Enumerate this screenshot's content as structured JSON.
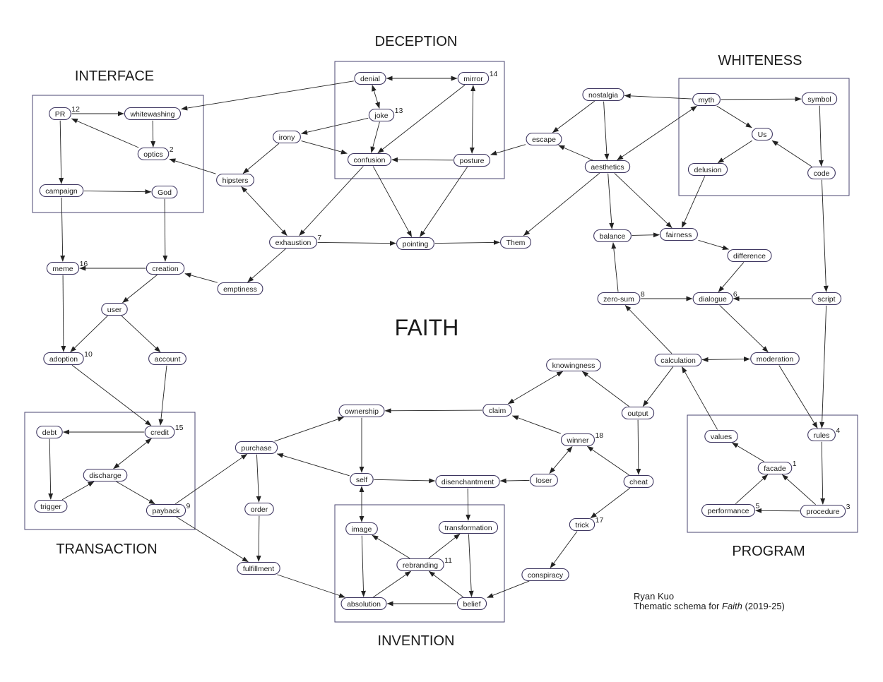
{
  "title": "FAITH",
  "caption": {
    "author": "Ryan Kuo",
    "line2_before": "Thematic schema for ",
    "line2_italic": "Faith",
    "line2_after": " (2019-25)"
  },
  "groups": [
    {
      "id": "interface",
      "label": "INTERFACE"
    },
    {
      "id": "deception",
      "label": "DECEPTION"
    },
    {
      "id": "whiteness",
      "label": "WHITENESS"
    },
    {
      "id": "transaction",
      "label": "TRANSACTION"
    },
    {
      "id": "invention",
      "label": "INVENTION"
    },
    {
      "id": "program",
      "label": "PROGRAM"
    }
  ],
  "nodes": [
    {
      "id": "pr",
      "label": "PR",
      "num": "12"
    },
    {
      "id": "whitewashing",
      "label": "whitewashing",
      "num": ""
    },
    {
      "id": "optics",
      "label": "optics",
      "num": "2"
    },
    {
      "id": "campaign",
      "label": "campaign",
      "num": ""
    },
    {
      "id": "god",
      "label": "God",
      "num": ""
    },
    {
      "id": "denial",
      "label": "denial",
      "num": ""
    },
    {
      "id": "mirror",
      "label": "mirror",
      "num": "14"
    },
    {
      "id": "joke",
      "label": "joke",
      "num": "13"
    },
    {
      "id": "confusion",
      "label": "confusion",
      "num": ""
    },
    {
      "id": "posture",
      "label": "posture",
      "num": ""
    },
    {
      "id": "irony",
      "label": "irony",
      "num": ""
    },
    {
      "id": "hipsters",
      "label": "hipsters",
      "num": ""
    },
    {
      "id": "nostalgia",
      "label": "nostalgia",
      "num": ""
    },
    {
      "id": "escape",
      "label": "escape",
      "num": ""
    },
    {
      "id": "aesthetics",
      "label": "aesthetics",
      "num": ""
    },
    {
      "id": "myth",
      "label": "myth",
      "num": ""
    },
    {
      "id": "symbol",
      "label": "symbol",
      "num": ""
    },
    {
      "id": "us",
      "label": "Us",
      "num": ""
    },
    {
      "id": "delusion",
      "label": "delusion",
      "num": ""
    },
    {
      "id": "code",
      "label": "code",
      "num": ""
    },
    {
      "id": "exhaustion",
      "label": "exhaustion",
      "num": "7"
    },
    {
      "id": "pointing",
      "label": "pointing",
      "num": ""
    },
    {
      "id": "them",
      "label": "Them",
      "num": ""
    },
    {
      "id": "balance",
      "label": "balance",
      "num": ""
    },
    {
      "id": "fairness",
      "label": "fairness",
      "num": ""
    },
    {
      "id": "difference",
      "label": "difference",
      "num": ""
    },
    {
      "id": "meme",
      "label": "meme",
      "num": "16"
    },
    {
      "id": "creation",
      "label": "creation",
      "num": ""
    },
    {
      "id": "emptiness",
      "label": "emptiness",
      "num": ""
    },
    {
      "id": "zerosum",
      "label": "zero-sum",
      "num": "8"
    },
    {
      "id": "dialogue",
      "label": "dialogue",
      "num": "6"
    },
    {
      "id": "script",
      "label": "script",
      "num": ""
    },
    {
      "id": "user",
      "label": "user",
      "num": ""
    },
    {
      "id": "adoption",
      "label": "adoption",
      "num": "10"
    },
    {
      "id": "account",
      "label": "account",
      "num": ""
    },
    {
      "id": "knowingness",
      "label": "knowingness",
      "num": ""
    },
    {
      "id": "calculation",
      "label": "calculation",
      "num": ""
    },
    {
      "id": "moderation",
      "label": "moderation",
      "num": ""
    },
    {
      "id": "debt",
      "label": "debt",
      "num": ""
    },
    {
      "id": "credit",
      "label": "credit",
      "num": "15"
    },
    {
      "id": "ownership",
      "label": "ownership",
      "num": ""
    },
    {
      "id": "claim",
      "label": "claim",
      "num": ""
    },
    {
      "id": "output",
      "label": "output",
      "num": ""
    },
    {
      "id": "purchase",
      "label": "purchase",
      "num": ""
    },
    {
      "id": "winner",
      "label": "winner",
      "num": "18"
    },
    {
      "id": "values",
      "label": "values",
      "num": ""
    },
    {
      "id": "rules",
      "label": "rules",
      "num": "4"
    },
    {
      "id": "discharge",
      "label": "discharge",
      "num": ""
    },
    {
      "id": "self",
      "label": "self",
      "num": ""
    },
    {
      "id": "disenchantment",
      "label": "disenchantment",
      "num": ""
    },
    {
      "id": "loser",
      "label": "loser",
      "num": ""
    },
    {
      "id": "cheat",
      "label": "cheat",
      "num": ""
    },
    {
      "id": "facade",
      "label": "facade",
      "num": "1"
    },
    {
      "id": "trigger",
      "label": "trigger",
      "num": ""
    },
    {
      "id": "payback",
      "label": "payback",
      "num": "9"
    },
    {
      "id": "order",
      "label": "order",
      "num": ""
    },
    {
      "id": "image",
      "label": "image",
      "num": ""
    },
    {
      "id": "transformation",
      "label": "transformation",
      "num": ""
    },
    {
      "id": "performance",
      "label": "performance",
      "num": "5"
    },
    {
      "id": "procedure",
      "label": "procedure",
      "num": "3"
    },
    {
      "id": "trick",
      "label": "trick",
      "num": "17"
    },
    {
      "id": "rebranding",
      "label": "rebranding",
      "num": "11"
    },
    {
      "id": "fulfillment",
      "label": "fulfillment",
      "num": ""
    },
    {
      "id": "conspiracy",
      "label": "conspiracy",
      "num": ""
    },
    {
      "id": "absolution",
      "label": "absolution",
      "num": ""
    },
    {
      "id": "belief",
      "label": "belief",
      "num": ""
    }
  ],
  "edges": [
    {
      "from": "pr",
      "to": "whitewashing"
    },
    {
      "from": "whitewashing",
      "to": "optics"
    },
    {
      "from": "optics",
      "to": "pr"
    },
    {
      "from": "pr",
      "to": "campaign"
    },
    {
      "from": "campaign",
      "to": "god"
    },
    {
      "from": "campaign",
      "to": "meme"
    },
    {
      "from": "god",
      "to": "creation"
    },
    {
      "from": "hipsters",
      "to": "optics"
    },
    {
      "from": "denial",
      "to": "whitewashing"
    },
    {
      "from": "denial",
      "to": "mirror",
      "bidir": true
    },
    {
      "from": "denial",
      "to": "joke",
      "bidir": true
    },
    {
      "from": "joke",
      "to": "confusion"
    },
    {
      "from": "joke",
      "to": "irony"
    },
    {
      "from": "mirror",
      "to": "confusion"
    },
    {
      "from": "mirror",
      "to": "posture",
      "bidir": true
    },
    {
      "from": "posture",
      "to": "confusion"
    },
    {
      "from": "irony",
      "to": "hipsters"
    },
    {
      "from": "irony",
      "to": "confusion"
    },
    {
      "from": "hipsters",
      "to": "exhaustion",
      "bidir": true
    },
    {
      "from": "confusion",
      "to": "exhaustion"
    },
    {
      "from": "confusion",
      "to": "pointing"
    },
    {
      "from": "posture",
      "to": "pointing"
    },
    {
      "from": "exhaustion",
      "to": "pointing"
    },
    {
      "from": "exhaustion",
      "to": "emptiness"
    },
    {
      "from": "pointing",
      "to": "them"
    },
    {
      "from": "escape",
      "to": "posture"
    },
    {
      "from": "nostalgia",
      "to": "escape"
    },
    {
      "from": "nostalgia",
      "to": "aesthetics"
    },
    {
      "from": "aesthetics",
      "to": "escape"
    },
    {
      "from": "aesthetics",
      "to": "them"
    },
    {
      "from": "aesthetics",
      "to": "balance"
    },
    {
      "from": "aesthetics",
      "to": "fairness"
    },
    {
      "from": "myth",
      "to": "nostalgia"
    },
    {
      "from": "myth",
      "to": "aesthetics",
      "bidir": true
    },
    {
      "from": "myth",
      "to": "symbol"
    },
    {
      "from": "myth",
      "to": "us"
    },
    {
      "from": "us",
      "to": "delusion"
    },
    {
      "from": "symbol",
      "to": "code"
    },
    {
      "from": "code",
      "to": "us"
    },
    {
      "from": "code",
      "to": "script"
    },
    {
      "from": "delusion",
      "to": "fairness"
    },
    {
      "from": "balance",
      "to": "fairness"
    },
    {
      "from": "fairness",
      "to": "difference"
    },
    {
      "from": "difference",
      "to": "dialogue"
    },
    {
      "from": "zerosum",
      "to": "balance"
    },
    {
      "from": "zerosum",
      "to": "dialogue"
    },
    {
      "from": "script",
      "to": "dialogue"
    },
    {
      "from": "script",
      "to": "rules"
    },
    {
      "from": "dialogue",
      "to": "moderation"
    },
    {
      "from": "calculation",
      "to": "zerosum"
    },
    {
      "from": "calculation",
      "to": "moderation",
      "bidir": true
    },
    {
      "from": "moderation",
      "to": "rules"
    },
    {
      "from": "calculation",
      "to": "output"
    },
    {
      "from": "values",
      "to": "calculation"
    },
    {
      "from": "facade",
      "to": "values"
    },
    {
      "from": "rules",
      "to": "procedure"
    },
    {
      "from": "procedure",
      "to": "facade"
    },
    {
      "from": "procedure",
      "to": "performance"
    },
    {
      "from": "performance",
      "to": "facade"
    },
    {
      "from": "output",
      "to": "knowingness"
    },
    {
      "from": "output",
      "to": "cheat"
    },
    {
      "from": "claim",
      "to": "knowingness",
      "bidir": true
    },
    {
      "from": "claim",
      "to": "ownership"
    },
    {
      "from": "winner",
      "to": "claim"
    },
    {
      "from": "cheat",
      "to": "winner"
    },
    {
      "from": "loser",
      "to": "winner",
      "bidir": true
    },
    {
      "from": "cheat",
      "to": "trick"
    },
    {
      "from": "trick",
      "to": "conspiracy"
    },
    {
      "from": "conspiracy",
      "to": "belief"
    },
    {
      "from": "creation",
      "to": "meme"
    },
    {
      "from": "creation",
      "to": "user"
    },
    {
      "from": "emptiness",
      "to": "creation"
    },
    {
      "from": "meme",
      "to": "adoption"
    },
    {
      "from": "user",
      "to": "adoption"
    },
    {
      "from": "user",
      "to": "account"
    },
    {
      "from": "adoption",
      "to": "credit"
    },
    {
      "from": "account",
      "to": "credit"
    },
    {
      "from": "credit",
      "to": "debt"
    },
    {
      "from": "credit",
      "to": "discharge",
      "bidir": true
    },
    {
      "from": "debt",
      "to": "trigger"
    },
    {
      "from": "trigger",
      "to": "discharge"
    },
    {
      "from": "discharge",
      "to": "payback"
    },
    {
      "from": "payback",
      "to": "purchase"
    },
    {
      "from": "payback",
      "to": "fulfillment"
    },
    {
      "from": "purchase",
      "to": "ownership"
    },
    {
      "from": "purchase",
      "to": "order"
    },
    {
      "from": "order",
      "to": "fulfillment"
    },
    {
      "from": "fulfillment",
      "to": "absolution"
    },
    {
      "from": "ownership",
      "to": "self"
    },
    {
      "from": "self",
      "to": "purchase"
    },
    {
      "from": "self",
      "to": "disenchantment"
    },
    {
      "from": "loser",
      "to": "disenchantment"
    },
    {
      "from": "self",
      "to": "image",
      "bidir": true
    },
    {
      "from": "disenchantment",
      "to": "transformation"
    },
    {
      "from": "transformation",
      "to": "belief"
    },
    {
      "from": "image",
      "to": "absolution"
    },
    {
      "from": "rebranding",
      "to": "image"
    },
    {
      "from": "rebranding",
      "to": "transformation"
    },
    {
      "from": "absolution",
      "to": "rebranding"
    },
    {
      "from": "belief",
      "to": "rebranding"
    },
    {
      "from": "belief",
      "to": "absolution"
    }
  ]
}
